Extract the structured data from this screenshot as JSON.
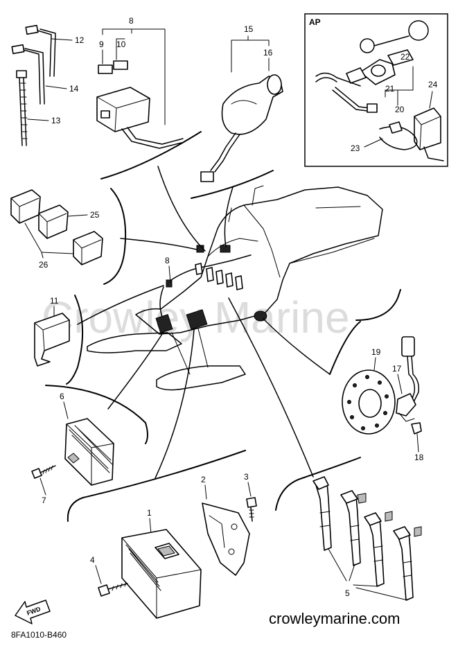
{
  "watermark": "Crowley Marine",
  "footer": {
    "website": "crowleymarine.com",
    "drawing_code": "8FA1010-B460",
    "direction_label": "FWD"
  },
  "accessory_box": {
    "label": "AP"
  },
  "callouts": {
    "c1": "1",
    "c2": "2",
    "c3": "3",
    "c4": "4",
    "c5": "5",
    "c6": "6",
    "c7": "7",
    "c8": "8",
    "c8b": "8",
    "c9": "9",
    "c10": "10",
    "c11": "11",
    "c12": "12",
    "c13": "13",
    "c14": "14",
    "c15": "15",
    "c16": "16",
    "c17": "17",
    "c18": "18",
    "c19": "19",
    "c20": "20",
    "c21": "21",
    "c22": "22",
    "c23": "23",
    "c24": "24",
    "c25": "25",
    "c26": "26"
  }
}
